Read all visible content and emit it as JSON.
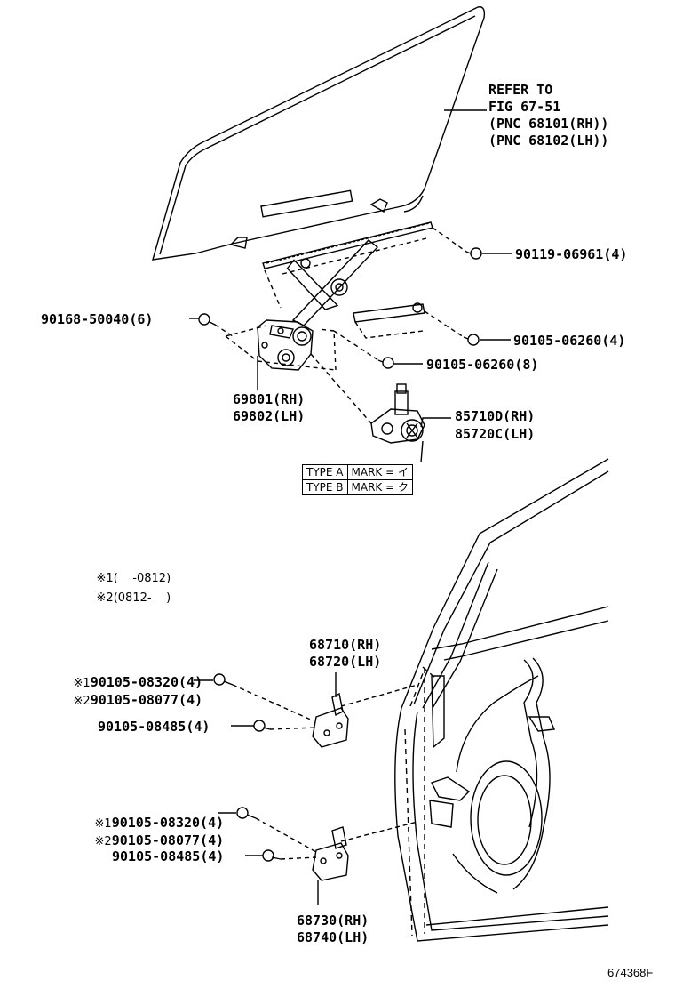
{
  "refer": {
    "line1": "REFER TO",
    "line2": "FIG 67-51",
    "line3": "(PNC 68101(RH))",
    "line4": "(PNC 68102(LH))"
  },
  "parts": {
    "p90119": "90119-06961(4)",
    "p90168": "90168-50040(6)",
    "p90105_06260_4": "90105-06260(4)",
    "p90105_06260_8": "90105-06260(8)",
    "regulator_rh": "69801(RH)",
    "regulator_lh": "69802(LH)",
    "motor_rh": "85710D(RH)",
    "motor_lh": "85720C(LH)",
    "hinge_upper_rh": "68710(RH)",
    "hinge_upper_lh": "68720(LH)",
    "upper_bolt1": "90105-08320(4)",
    "upper_bolt2": "90105-08077(4)",
    "upper_bolt3": "90105-08485(4)",
    "lower_bolt1": "90105-08320(4)",
    "lower_bolt2": "90105-08077(4)",
    "lower_bolt3": "90105-08485(4)",
    "hinge_lower_rh": "68730(RH)",
    "hinge_lower_lh": "68740(LH)"
  },
  "marks": {
    "m1": "※1",
    "m2": "※2"
  },
  "notes": {
    "n1_mark": "※1",
    "n1_text": "(    -0812)",
    "n2_mark": "※2",
    "n2_text": "(0812-    )"
  },
  "type_table": {
    "row1_type": "TYPE A",
    "row1_mark": "MARK = イ",
    "row2_type": "TYPE B",
    "row2_mark": "MARK = ク"
  },
  "diagram_code": "674368F"
}
